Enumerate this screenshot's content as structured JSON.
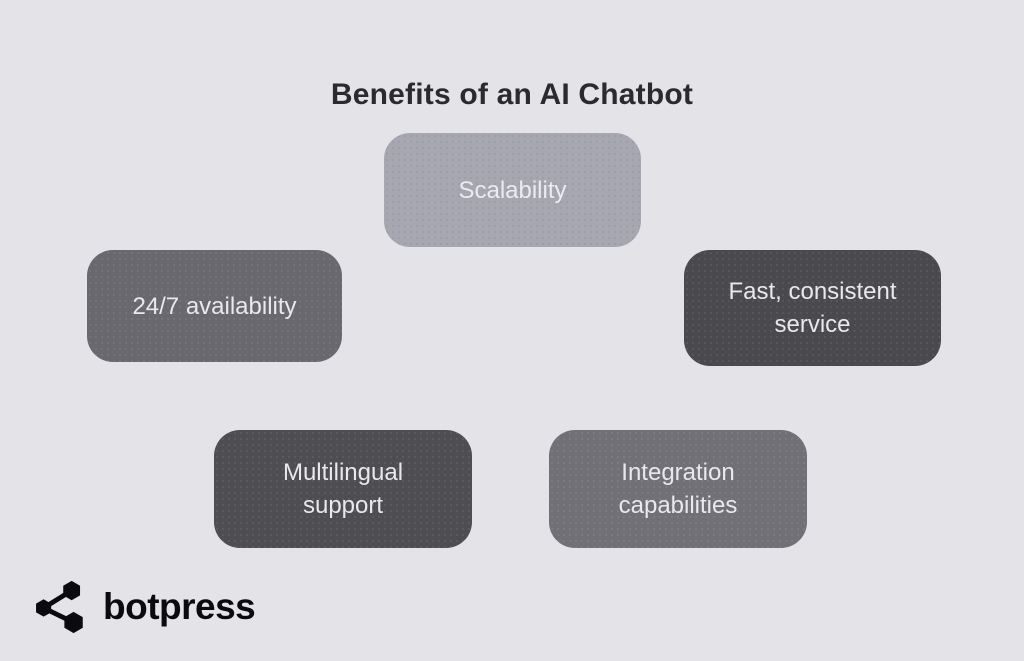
{
  "title": "Benefits of an AI Chatbot",
  "boxes": [
    {
      "id": "scalability",
      "label": "Scalability",
      "bg": "#a6a7b1",
      "text_color": "#ecebf1"
    },
    {
      "id": "availability",
      "label": "24/7 availability",
      "bg": "#69686e",
      "text_color": "#e9e8ed"
    },
    {
      "id": "fast-consistent-service",
      "label": "Fast, consistent service",
      "bg": "#4a494e",
      "text_color": "#e9e8ed"
    },
    {
      "id": "multilingual-support",
      "label": "Multilingual support",
      "bg": "#4e4d52",
      "text_color": "#e9e8ed"
    },
    {
      "id": "integration-capabilities",
      "label": "Integration capabilities",
      "bg": "#717076",
      "text_color": "#e9e8ed"
    }
  ],
  "logo": {
    "label": "botpress",
    "icon": "botpress-hexagon-network-icon",
    "color": "#0b0b0d"
  },
  "colors": {
    "background": "#e4e3e8",
    "title_text": "#2b2a2e"
  }
}
